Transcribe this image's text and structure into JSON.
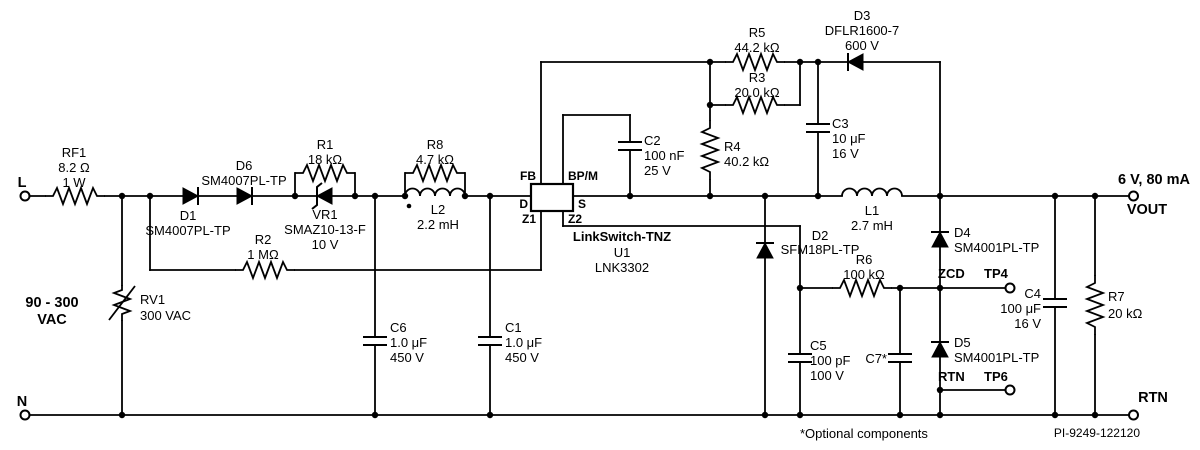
{
  "terminals": {
    "l": "L",
    "n": "N",
    "input_range_line1": "90 - 300",
    "input_range_line2": "VAC",
    "vout_rating": "6 V, 80 mA",
    "vout": "VOUT",
    "rtn": "RTN",
    "zcd": "ZCD",
    "tp4": "TP4",
    "rtn_tp": "RTN",
    "tp6": "TP6"
  },
  "ic": {
    "name": "LinkSwitch-TNZ",
    "ref": "U1",
    "part": "LNK3302",
    "pins": {
      "fb": "FB",
      "bpm": "BP/M",
      "d": "D",
      "s": "S",
      "z1": "Z1",
      "z2": "Z2"
    }
  },
  "components": {
    "rf1": {
      "ref": "RF1",
      "value": "8.2 Ω",
      "rating": "1 W"
    },
    "rv1": {
      "ref": "RV1",
      "value": "300 VAC"
    },
    "d1": {
      "ref": "D1",
      "part": "SM4007PL-TP"
    },
    "d6": {
      "ref": "D6",
      "part": "SM4007PL-TP"
    },
    "r1": {
      "ref": "R1",
      "value": "18 kΩ"
    },
    "vr1": {
      "ref": "VR1",
      "part": "SMAZ10-13-F",
      "value": "10 V"
    },
    "r2": {
      "ref": "R2",
      "value": "1 MΩ"
    },
    "r8": {
      "ref": "R8",
      "value": "4.7 kΩ"
    },
    "l2": {
      "ref": "L2",
      "value": "2.2 mH"
    },
    "c6": {
      "ref": "C6",
      "value": "1.0 μF",
      "rating": "450 V"
    },
    "c1": {
      "ref": "C1",
      "value": "1.0 μF",
      "rating": "450 V"
    },
    "c2": {
      "ref": "C2",
      "value": "100 nF",
      "rating": "25 V"
    },
    "r5": {
      "ref": "R5",
      "value": "44.2 kΩ"
    },
    "r3": {
      "ref": "R3",
      "value": "20.0 kΩ"
    },
    "r4": {
      "ref": "R4",
      "value": "40.2 kΩ"
    },
    "c3": {
      "ref": "C3",
      "value": "10 μF",
      "rating": "16 V"
    },
    "d3": {
      "ref": "D3",
      "part": "DFLR1600-7",
      "rating": "600 V"
    },
    "d2": {
      "ref": "D2",
      "part": "SFM18PL-TP"
    },
    "l1": {
      "ref": "L1",
      "value": "2.7 mH"
    },
    "r6": {
      "ref": "R6",
      "value": "100 kΩ"
    },
    "c5": {
      "ref": "C5",
      "value": "100 pF",
      "rating": "100 V"
    },
    "c7": {
      "ref": "C7*"
    },
    "d4": {
      "ref": "D4",
      "part": "SM4001PL-TP"
    },
    "d5": {
      "ref": "D5",
      "part": "SM4001PL-TP"
    },
    "c4": {
      "ref": "C4",
      "value": "100 μF",
      "rating": "16 V"
    },
    "r7": {
      "ref": "R7",
      "value": "20 kΩ"
    }
  },
  "notes": {
    "optional": "*Optional components",
    "doc_number": "PI-9249-122120"
  },
  "colors": {
    "ink": "#000000",
    "background": "#ffffff"
  }
}
